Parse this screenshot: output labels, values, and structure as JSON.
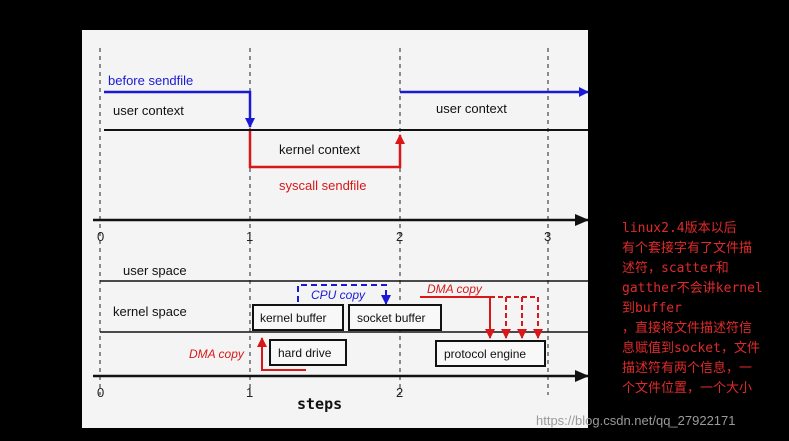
{
  "diagram": {
    "top": {
      "before_sendfile": "before sendfile",
      "user_context_left": "user context",
      "user_context_right": "user context",
      "kernel_context": "kernel context",
      "syscall_sendfile": "syscall sendfile"
    },
    "axis": {
      "ticks_top": [
        "0",
        "1",
        "2",
        "3"
      ],
      "ticks_bottom": [
        "0",
        "1",
        "2"
      ],
      "label": "steps"
    },
    "bottom": {
      "user_space": "user space",
      "kernel_space": "kernel space",
      "cpu_copy": "CPU copy",
      "dma_copy_left": "DMA copy",
      "dma_copy_right": "DMA copy",
      "kernel_buffer": "kernel buffer",
      "socket_buffer": "socket buffer",
      "hard_drive": "hard drive",
      "protocol_engine": "protocol engine"
    },
    "colors": {
      "blue": "#1a1ad6",
      "red": "#d81818",
      "slide_bg": "#f4f4f4"
    }
  },
  "note": {
    "lines": [
      "linux2.4版本以后",
      "有个套接字有了文件描",
      "述符，scatter和",
      "gatther不会讲kernel",
      "到buffer",
      "，直接将文件描述符信",
      "息赋值到socket，文件",
      "描述符有两个信息，一",
      "个文件位置，一个大小"
    ]
  },
  "watermark": "https://blog.csdn.net/qq_27922171"
}
